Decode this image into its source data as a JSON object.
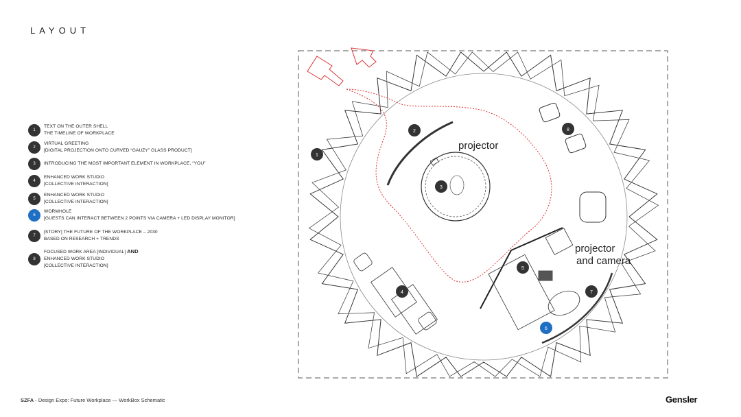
{
  "page": {
    "title": "LAYOUT",
    "footer_code": "SZFA",
    "footer_text": "-  Design Expo: Future Workplace — WorkBox Schematic",
    "brand": "Gensler"
  },
  "legend": [
    {
      "num": "1",
      "line1": "Text on the outer shell",
      "line2": "The timeline of workplace",
      "color": "#333333"
    },
    {
      "num": "2",
      "line1": "Virtual Greeting",
      "line2": "[Digital projection onto curved “gauzy” glass product]",
      "color": "#333333"
    },
    {
      "num": "3",
      "line1": "Introducing the most important element in workplace, “YOU”",
      "line2": "",
      "color": "#333333"
    },
    {
      "num": "4",
      "line1": "Enhanced Work Studio",
      "line2": "[collective interaction]",
      "color": "#333333"
    },
    {
      "num": "5",
      "line1": "Enhanced Work Studio",
      "line2": "[collective interaction]",
      "color": "#333333"
    },
    {
      "num": "6",
      "line1": "Wormhole",
      "line2": "[guests can interact between 2 points via camera + LED display monitor]",
      "color": "#1e6fc4"
    },
    {
      "num": "7",
      "line1": "[STORY]  The future of the workplace – 2030",
      "line2": "Based on research + trends",
      "color": "#333333"
    },
    {
      "num": "8",
      "line1": "Focused Work area  [individual]",
      "line1_bold": "AND",
      "line2": "Enhanced work studio",
      "line3": "[collective interaction]",
      "color": "#333333"
    }
  ],
  "plan": {
    "label_projector": "projector",
    "label_projector_camera_1": "projector",
    "label_projector_camera_2": "and camera",
    "markers": [
      {
        "num": "1"
      },
      {
        "num": "2"
      },
      {
        "num": "3"
      },
      {
        "num": "4"
      },
      {
        "num": "5"
      },
      {
        "num": "6",
        "color": "#1e6fc4"
      },
      {
        "num": "7"
      },
      {
        "num": "8"
      }
    ]
  }
}
